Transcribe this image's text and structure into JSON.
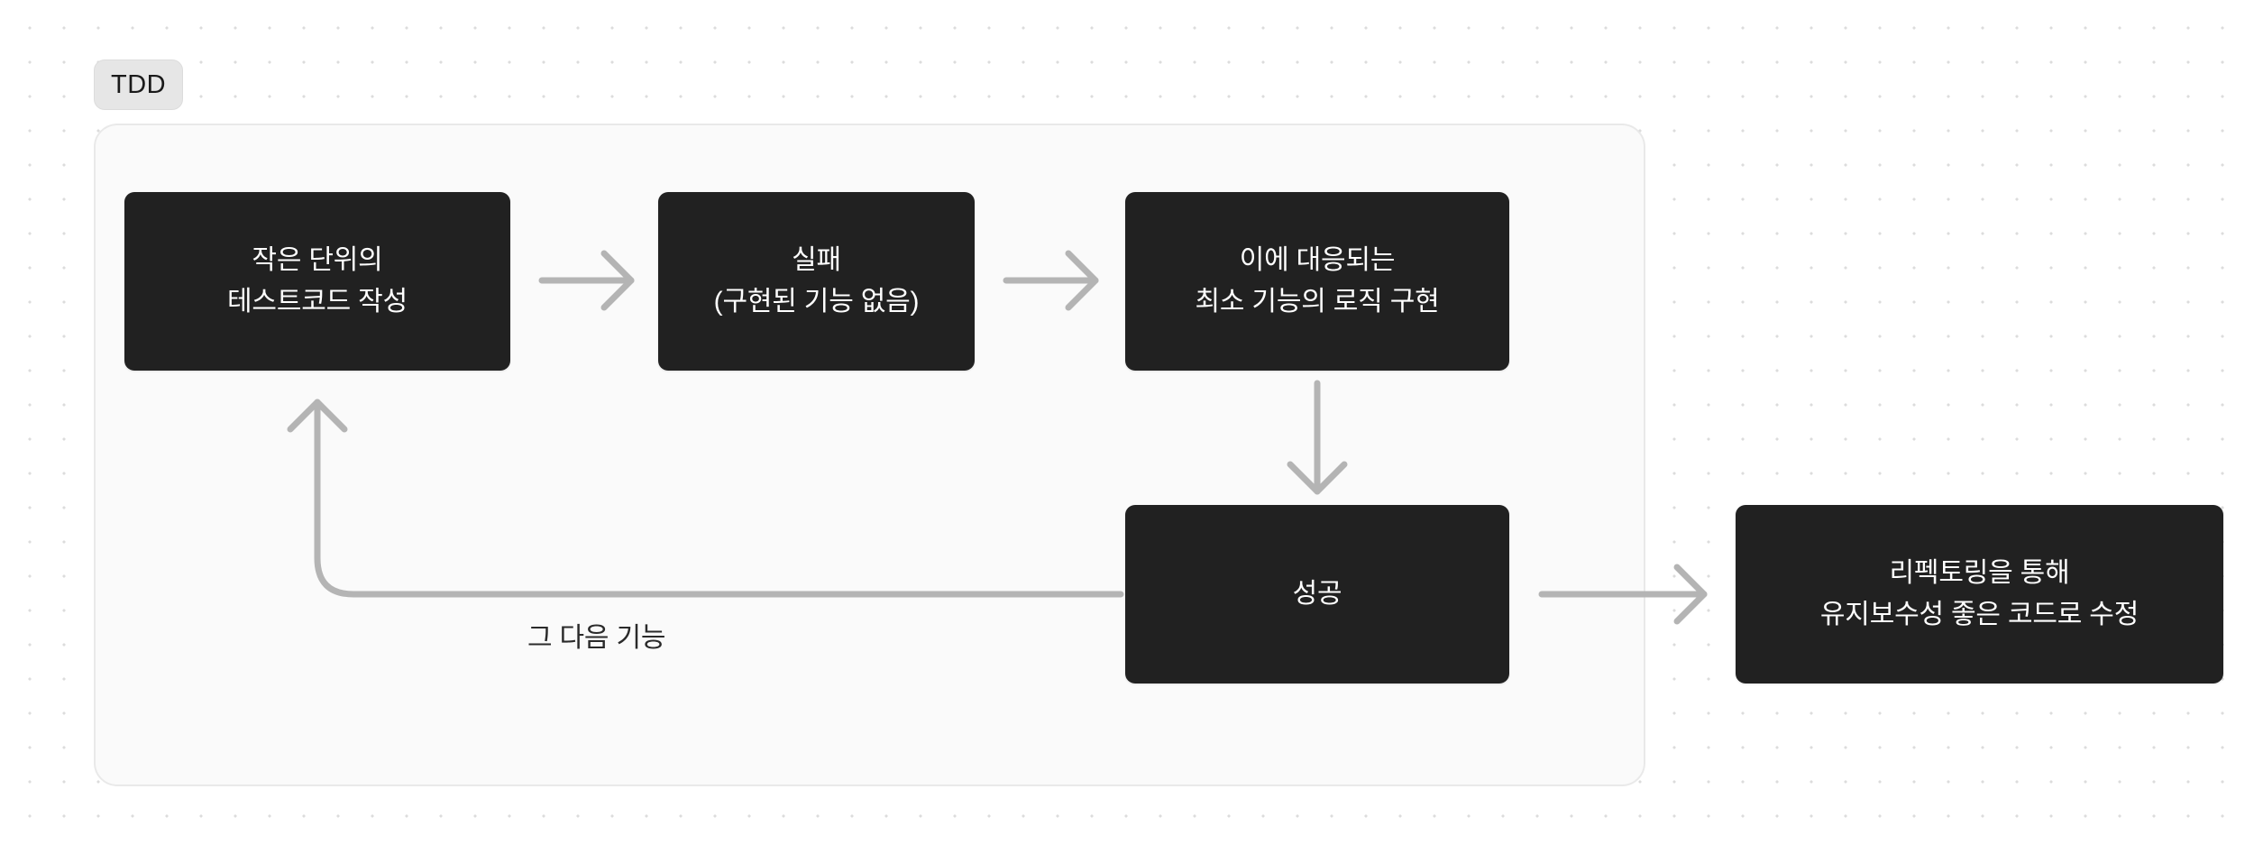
{
  "diagram": {
    "group": {
      "badge_label": "TDD",
      "background": "#fafafa",
      "border_color": "#e9e9e9"
    },
    "node_style": {
      "fill": "#212121",
      "text_color": "#ffffff"
    },
    "edge_style": {
      "stroke": "#b4b4b4",
      "width": 7
    },
    "nodes": [
      {
        "id": "write-test",
        "lines": [
          "작은 단위의",
          "테스트코드 작성"
        ]
      },
      {
        "id": "fail",
        "lines": [
          "실패",
          "(구현된 기능 없음)"
        ]
      },
      {
        "id": "implement",
        "lines": [
          "이에 대응되는",
          "최소 기능의 로직 구현"
        ]
      },
      {
        "id": "success",
        "lines": [
          "성공"
        ]
      },
      {
        "id": "refactor",
        "lines": [
          "리펙토링을 통해",
          "유지보수성 좋은 코드로 수정"
        ]
      }
    ],
    "edges": [
      {
        "id": "write-test-to-fail",
        "from": "write-test",
        "to": "fail",
        "label": ""
      },
      {
        "id": "fail-to-implement",
        "from": "fail",
        "to": "implement",
        "label": ""
      },
      {
        "id": "implement-to-success",
        "from": "implement",
        "to": "success",
        "label": ""
      },
      {
        "id": "success-to-refactor",
        "from": "success",
        "to": "refactor",
        "label": ""
      },
      {
        "id": "success-to-write-test",
        "from": "success",
        "to": "write-test",
        "label": "그 다음 기능"
      }
    ]
  },
  "canvas": {
    "background": "#ffffff",
    "dot_color": "#dcdcdc"
  }
}
